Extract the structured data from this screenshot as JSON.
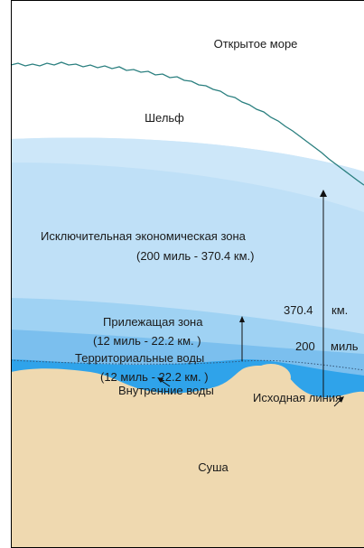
{
  "zones": {
    "open_sea": "Открытое море",
    "shelf": "Шельф",
    "eez_title": "Исключительная экономическая зона",
    "eez_range": "(200 миль - 370.4 км.)",
    "contiguous_title": "Прилежащая зона",
    "contiguous_range": "(12 миль - 22.2 км. )",
    "territorial_title": "Территориальные воды",
    "territorial_range": "(12 миль - 22.2 км. )",
    "internal_waters": "Внутренние воды",
    "baseline": "Исходная линия",
    "land": "Суша"
  },
  "measures": {
    "km_value": "370.4",
    "km_unit": "км.",
    "miles_value": "200",
    "miles_unit": "миль"
  },
  "colors": {
    "open_sea": "#ffffff",
    "eez": "#bfe0f7",
    "contiguous": "#8fcaf0",
    "territorial": "#6bb7ea",
    "internal": "#2fa3ea",
    "land": "#efd9b0",
    "shelf_edge": "#2a7f7f",
    "frame": "#000000"
  }
}
